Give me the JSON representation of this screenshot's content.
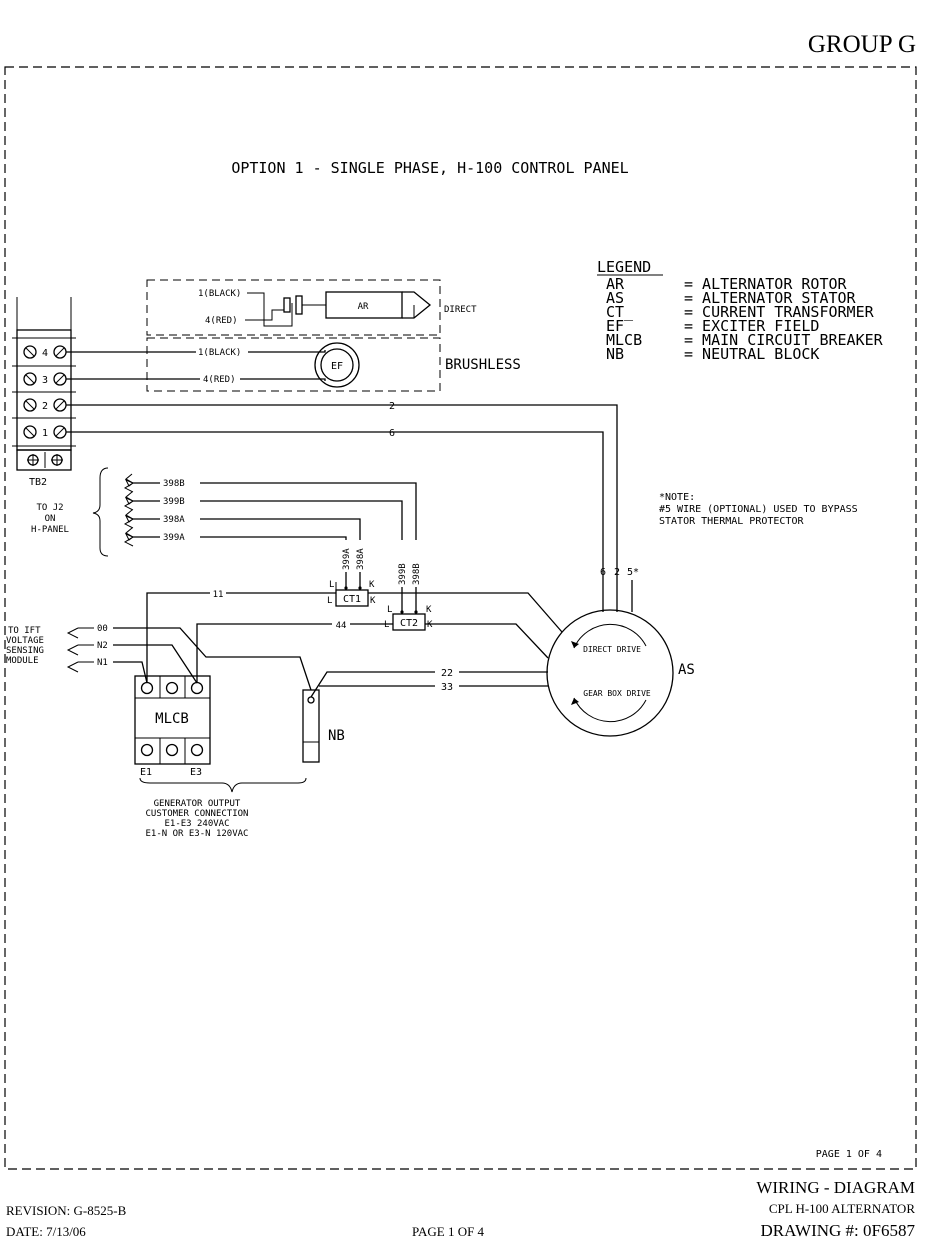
{
  "header": {
    "group": "GROUP G"
  },
  "title": "OPTION 1 - SINGLE PHASE, H-100 CONTROL PANEL",
  "legend": {
    "heading": "LEGEND",
    "entries": [
      {
        "abbr": "AR",
        "desc": "= ALTERNATOR ROTOR"
      },
      {
        "abbr": "AS",
        "desc": "= ALTERNATOR STATOR"
      },
      {
        "abbr": "CT_",
        "desc": "= CURRENT TRANSFORMER"
      },
      {
        "abbr": "EF",
        "desc": "= EXCITER FIELD"
      },
      {
        "abbr": "MLCB",
        "desc": "= MAIN CIRCUIT BREAKER"
      },
      {
        "abbr": "NB",
        "desc": "= NEUTRAL BLOCK"
      }
    ]
  },
  "note": {
    "heading": "*NOTE:",
    "lines": [
      "#5 WIRE (OPTIONAL) USED TO BYPASS",
      "STATOR THERMAL PROTECTOR"
    ]
  },
  "terminal_block": {
    "label": "TB2",
    "terminals": [
      "4",
      "3",
      "2",
      "1"
    ]
  },
  "rotor": {
    "wire_black": "1(BLACK)",
    "wire_red": "4(RED)",
    "ar_label": "AR",
    "direct_label": "DIRECT",
    "ef_label": "EF",
    "brushless_label": "BRUSHLESS"
  },
  "wires": {
    "w2": "2",
    "w6": "6",
    "w11": "11",
    "w44": "44",
    "w22": "22",
    "w33": "33",
    "as_leads": [
      "6",
      "2",
      "5*"
    ]
  },
  "j2": {
    "label_lines": [
      "TO J2",
      "ON",
      "H-PANEL"
    ],
    "wires": [
      "398B",
      "399B",
      "398A",
      "399A"
    ]
  },
  "ct1": {
    "label": "CT1",
    "l": "L",
    "k": "K",
    "wire_a": "399A",
    "wire_b": "398A"
  },
  "ct2": {
    "label": "CT2",
    "l": "L",
    "k": "K",
    "wire_a": "399B",
    "wire_b": "398B"
  },
  "ift": {
    "label_lines": [
      "TO IFT",
      "VOLTAGE",
      "SENSING",
      "MODULE"
    ],
    "wires": [
      "00",
      "N2",
      "N1"
    ]
  },
  "mlcb": {
    "label": "MLCB",
    "e1": "E1",
    "e3": "E3"
  },
  "nb": {
    "label": "NB"
  },
  "stator": {
    "label": "AS",
    "direct_drive": "DIRECT DRIVE",
    "gear_box_drive": "GEAR BOX DRIVE"
  },
  "output": {
    "lines": [
      "GENERATOR OUTPUT",
      "CUSTOMER CONNECTION",
      "E1-E3  240VAC",
      "E1-N OR E3-N 120VAC"
    ]
  },
  "page_inner": "PAGE 1 OF 4",
  "footer": {
    "revision": "REVISION: G-8525-B",
    "date": "DATE: 7/13/06",
    "page": "PAGE 1 OF 4",
    "title": "WIRING - DIAGRAM",
    "subtitle": "CPL H-100 ALTERNATOR",
    "drawing": "DRAWING #: 0F6587"
  }
}
